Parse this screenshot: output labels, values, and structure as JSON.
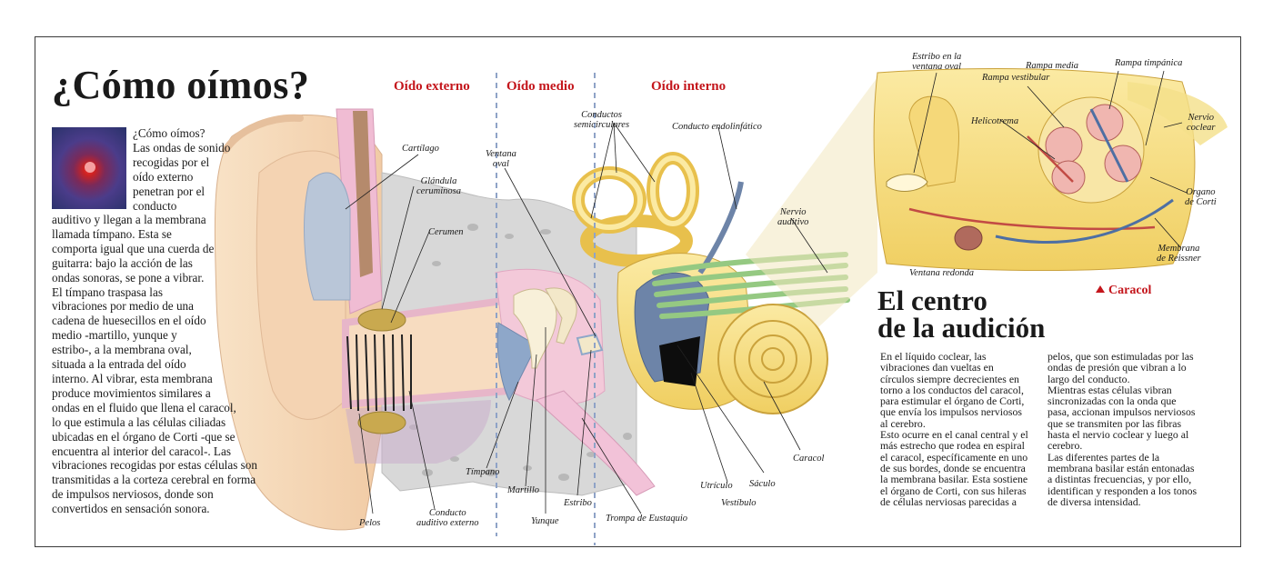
{
  "title": "¿Cómo oímos?",
  "intro": {
    "lines_beside_image": "¿Cómo oímos?\nLas ondas de sonido\nrecogidas por el\noído externo\npenetran por el\nconducto",
    "lines_below_image": "auditivo y llegan a la membrana\nllamada tímpano. Esta se\ncomporta igual que una cuerda de\nguitarra: bajo la acción de las\nondas sonoras, se pone a vibrar.\nEl tímpano traspasa las\nvibraciones por medio de una\ncadena de huesecillos en el oído\nmedio -martillo, yunque y\nestribo-, a la membrana oval,\nsituada a la entrada del oído\ninterno. Al vibrar, esta membrana\nproduce movimientos similares a\nondas en el fluido que llena el caracol,\nlo que estimula a las células ciliadas\nubicadas en el órgano de Corti -que se\nencuentra al interior del caracol-. Las\nvibraciones recogidas por estas células son\ntransmitidas a la corteza cerebral en forma\nde impulsos nerviosos, donde son\nconvertidos en sensación sonora."
  },
  "sections": {
    "external": "Oído externo",
    "middle": "Oído medio",
    "internal": "Oído interno"
  },
  "ear_labels": {
    "cartilago": "Cartílago",
    "glandula": "Glándula\nceruminosa",
    "cerumen": "Cerumen",
    "ventana_oval": "Ventana\noval",
    "conductos_semicirculares": "Conductos\nsemicirculares",
    "conducto_endolinfatico": "Conducto endolinfático",
    "nervio_auditivo": "Nervio\nauditivo",
    "caracol": "Caracol",
    "utriculo": "Utrículo",
    "saculo": "Sáculo",
    "vestibulo": "Vestíbulo",
    "timpano": "Tímpano",
    "martillo": "Martillo",
    "yunque": "Yunque",
    "estribo": "Estribo",
    "trompa": "Trompa de Eustaquio",
    "pelos": "Pelos",
    "conducto_auditivo": "Conducto\nauditivo externo"
  },
  "detail_labels": {
    "estribo_ventana": "Estribo en la\nventana oval",
    "rampa_media": "Rampa media",
    "rampa_timpanica": "Rampa timpánica",
    "rampa_vestibular": "Rampa vestibular",
    "helicotrema": "Helicotrema",
    "nervio_coclear": "Nervio\ncoclear",
    "organo_corti": "Organo\nde Corti",
    "membrana_reissner": "Membrana\nde Reissner",
    "ventana_redonda": "Ventana redonda",
    "caracol_tag": "Caracol"
  },
  "detail": {
    "heading": "El centro\nde la audición",
    "column1": "En el líquido coclear, las\nvibraciones dan vueltas en\ncírculos siempre decrecientes en\ntorno a los conductos del caracol,\npara estimular el órgano de Corti,\nque envía los impulsos nerviosos\nal cerebro.\nEsto ocurre en el canal central y el\nmás estrecho que rodea en espiral\nel caracol, específicamente en uno\nde sus bordes, donde se encuentra\nla membrana basilar. Esta sostiene\nel órgano de Corti, con sus hileras\nde células nerviosas parecidas a",
    "column2": "pelos, que son estimuladas por las\nondas de presión que vibran a lo\nlargo del conducto.\nMientras estas células vibran\nsincronizadas con la onda que\npasa, accionan impulsos nerviosos\nque se transmiten por las fibras\nhasta el nervio coclear y luego al\ncerebro.\nLas diferentes partes de la\nmembrana basilar están entonadas\na distintas frecuencias, y por ello,\nidentifican y responden a los tonos\nde diversa intensidad."
  },
  "colors": {
    "accent_red": "#c4161c",
    "skin": "#f7dcc0",
    "bone": "#d9d9d9",
    "pink_tissue": "#f2c2d8",
    "yellow_labyrinth": "#f7e08a",
    "blue_fluid": "#8aa0c0",
    "nerve_green": "#9fd18a",
    "divider_blue": "#8fa3c7"
  }
}
